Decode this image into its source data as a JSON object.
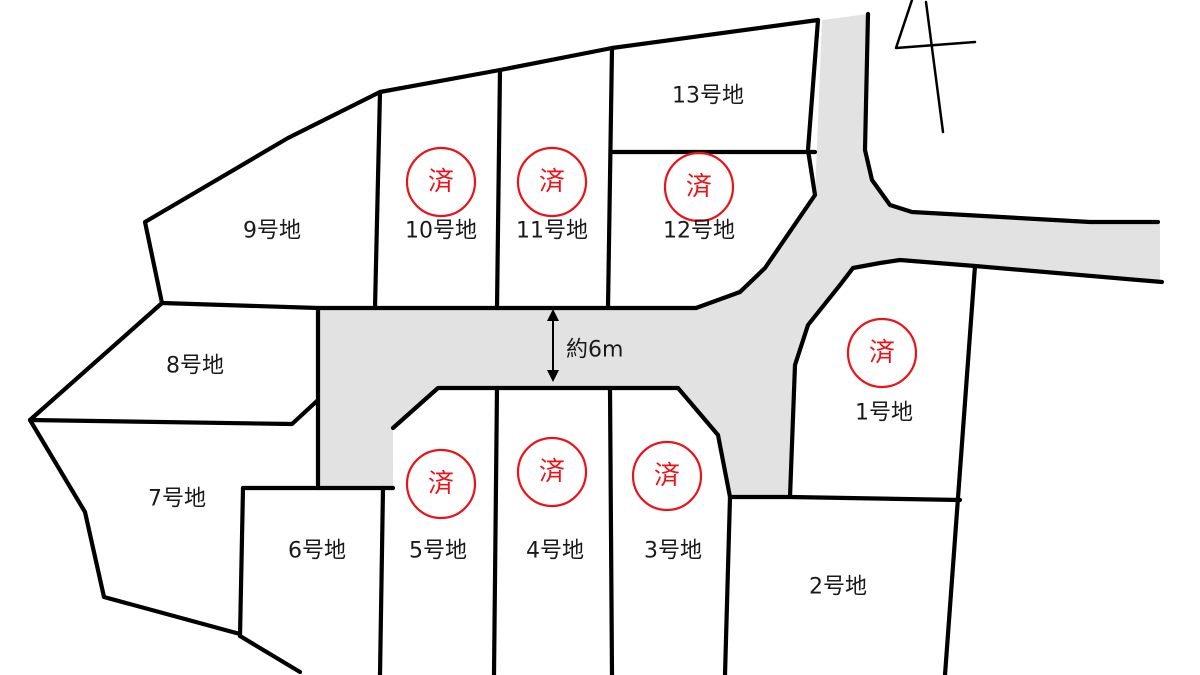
{
  "lots": {
    "1": "1号地",
    "2": "2号地",
    "3": "3号地",
    "4": "4号地",
    "5": "5号地",
    "6": "6号地",
    "7": "7号地",
    "8": "8号地",
    "9": "9号地",
    "10": "10号地",
    "11": "11号地",
    "12": "12号地",
    "13": "13号地"
  },
  "sold_mark": "済",
  "sold_lots": [
    "1",
    "3",
    "4",
    "5",
    "10",
    "11",
    "12"
  ],
  "road_width_label": "約6m",
  "colors": {
    "road": "#e2e2e2",
    "sold": "#e8141b",
    "lines": "#000000"
  }
}
